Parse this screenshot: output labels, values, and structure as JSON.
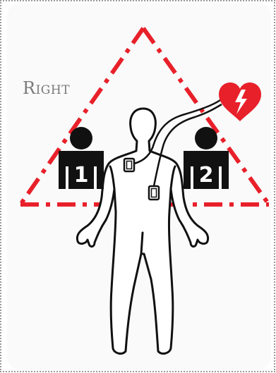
{
  "labels": {
    "side": "Right",
    "pad1": "1",
    "pad2": "2"
  },
  "colors": {
    "triangle": "#e8202a",
    "heart": "#e8202a",
    "icons": "#111111",
    "label": "#7a7a7a"
  },
  "icons": [
    "rescuer-1-icon",
    "rescuer-2-icon",
    "aed-heart-icon",
    "human-body-outline"
  ]
}
